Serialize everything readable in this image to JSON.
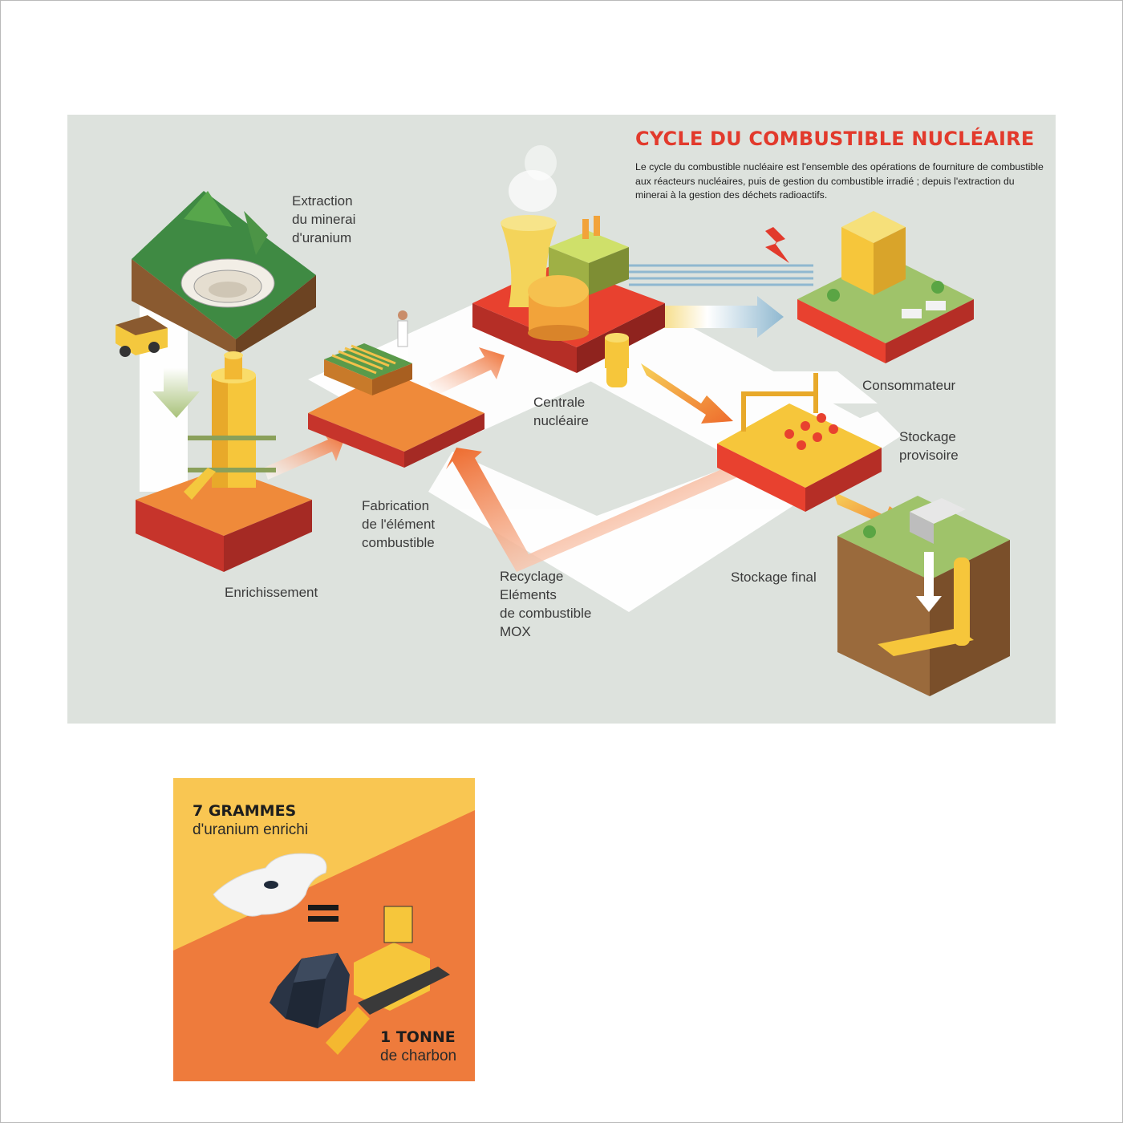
{
  "diagram": {
    "title": "CYCLE DU COMBUSTIBLE NUCLÉAIRE",
    "description": "Le cycle du combustible nucléaire  est l'ensemble des opérations de fourniture de combustible aux réacteurs nucléaires, puis de gestion du combustible irradié ; depuis l'extraction du minerai à la gestion des déchets radioactifs.",
    "stages": {
      "extraction": "Extraction\ndu minerai\nd'uranium",
      "enrichissement": "Enrichissement",
      "fabrication": "Fabrication\nde l'élément\ncombustible",
      "centrale": "Centrale\nnucléaire",
      "consommateur": "Consommateur",
      "stockage_provisoire": "Stockage\nprovisoire",
      "stockage_final": "Stockage final",
      "recyclage": "Recyclage\nEléments\nde combustible\nMOX"
    },
    "colors": {
      "panel_bg": "#dde2dd",
      "title": "#e23a2c",
      "arrow_orange": "#ee6a2c",
      "arrow_blue": "#8fb8d0",
      "platform_red": "#d8382f",
      "platform_orange": "#ef8a3a",
      "yellow": "#f6c63b"
    }
  },
  "comparison": {
    "top_amount": "7 GRAMMES",
    "top_text": "d'uranium enrichi",
    "bottom_amount": "1 TONNE",
    "bottom_text": "de charbon",
    "colors": {
      "top": "#f9c652",
      "bottom": "#ee7b3c"
    }
  }
}
